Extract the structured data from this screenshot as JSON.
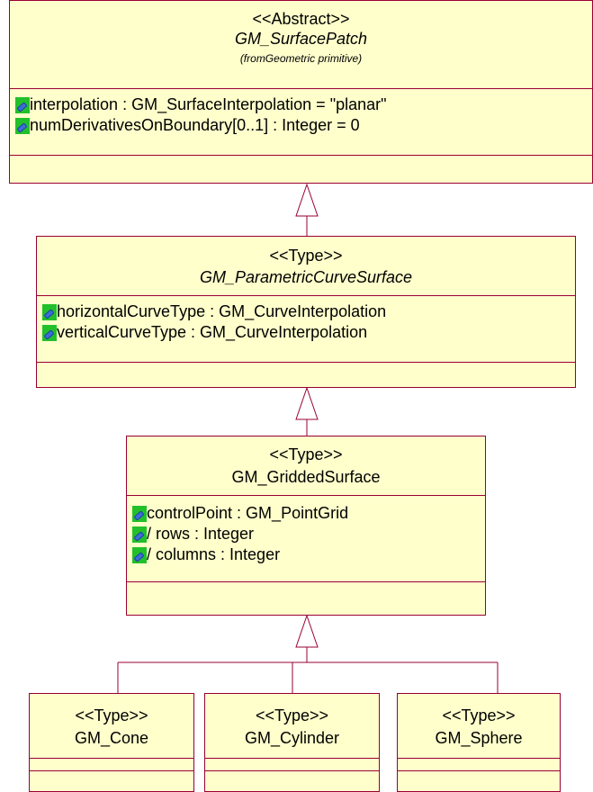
{
  "surface_patch": {
    "stereotype": "<<Abstract>>",
    "name": "GM_SurfacePatch",
    "from": "(fromGeometric primitive)",
    "attributes": [
      "interpolation : GM_SurfaceInterpolation = \"planar\"",
      "numDerivativesOnBoundary[0..1] : Integer = 0"
    ]
  },
  "parametric": {
    "stereotype": "<<Type>>",
    "name": "GM_ParametricCurveSurface",
    "attributes": [
      "horizontalCurveType : GM_CurveInterpolation",
      "verticalCurveType : GM_CurveInterpolation"
    ]
  },
  "gridded": {
    "stereotype": "<<Type>>",
    "name": "GM_GriddedSurface",
    "attributes": [
      "controlPoint : GM_PointGrid",
      "/ rows : Integer",
      "/ columns : Integer"
    ]
  },
  "cone": {
    "stereotype": "<<Type>>",
    "name": "GM_Cone"
  },
  "cylinder": {
    "stereotype": "<<Type>>",
    "name": "GM_Cylinder"
  },
  "sphere": {
    "stereotype": "<<Type>>",
    "name": "GM_Sphere"
  },
  "colors": {
    "fill": "#ffffcc",
    "border": "#990033",
    "icon": "#22c02a"
  }
}
